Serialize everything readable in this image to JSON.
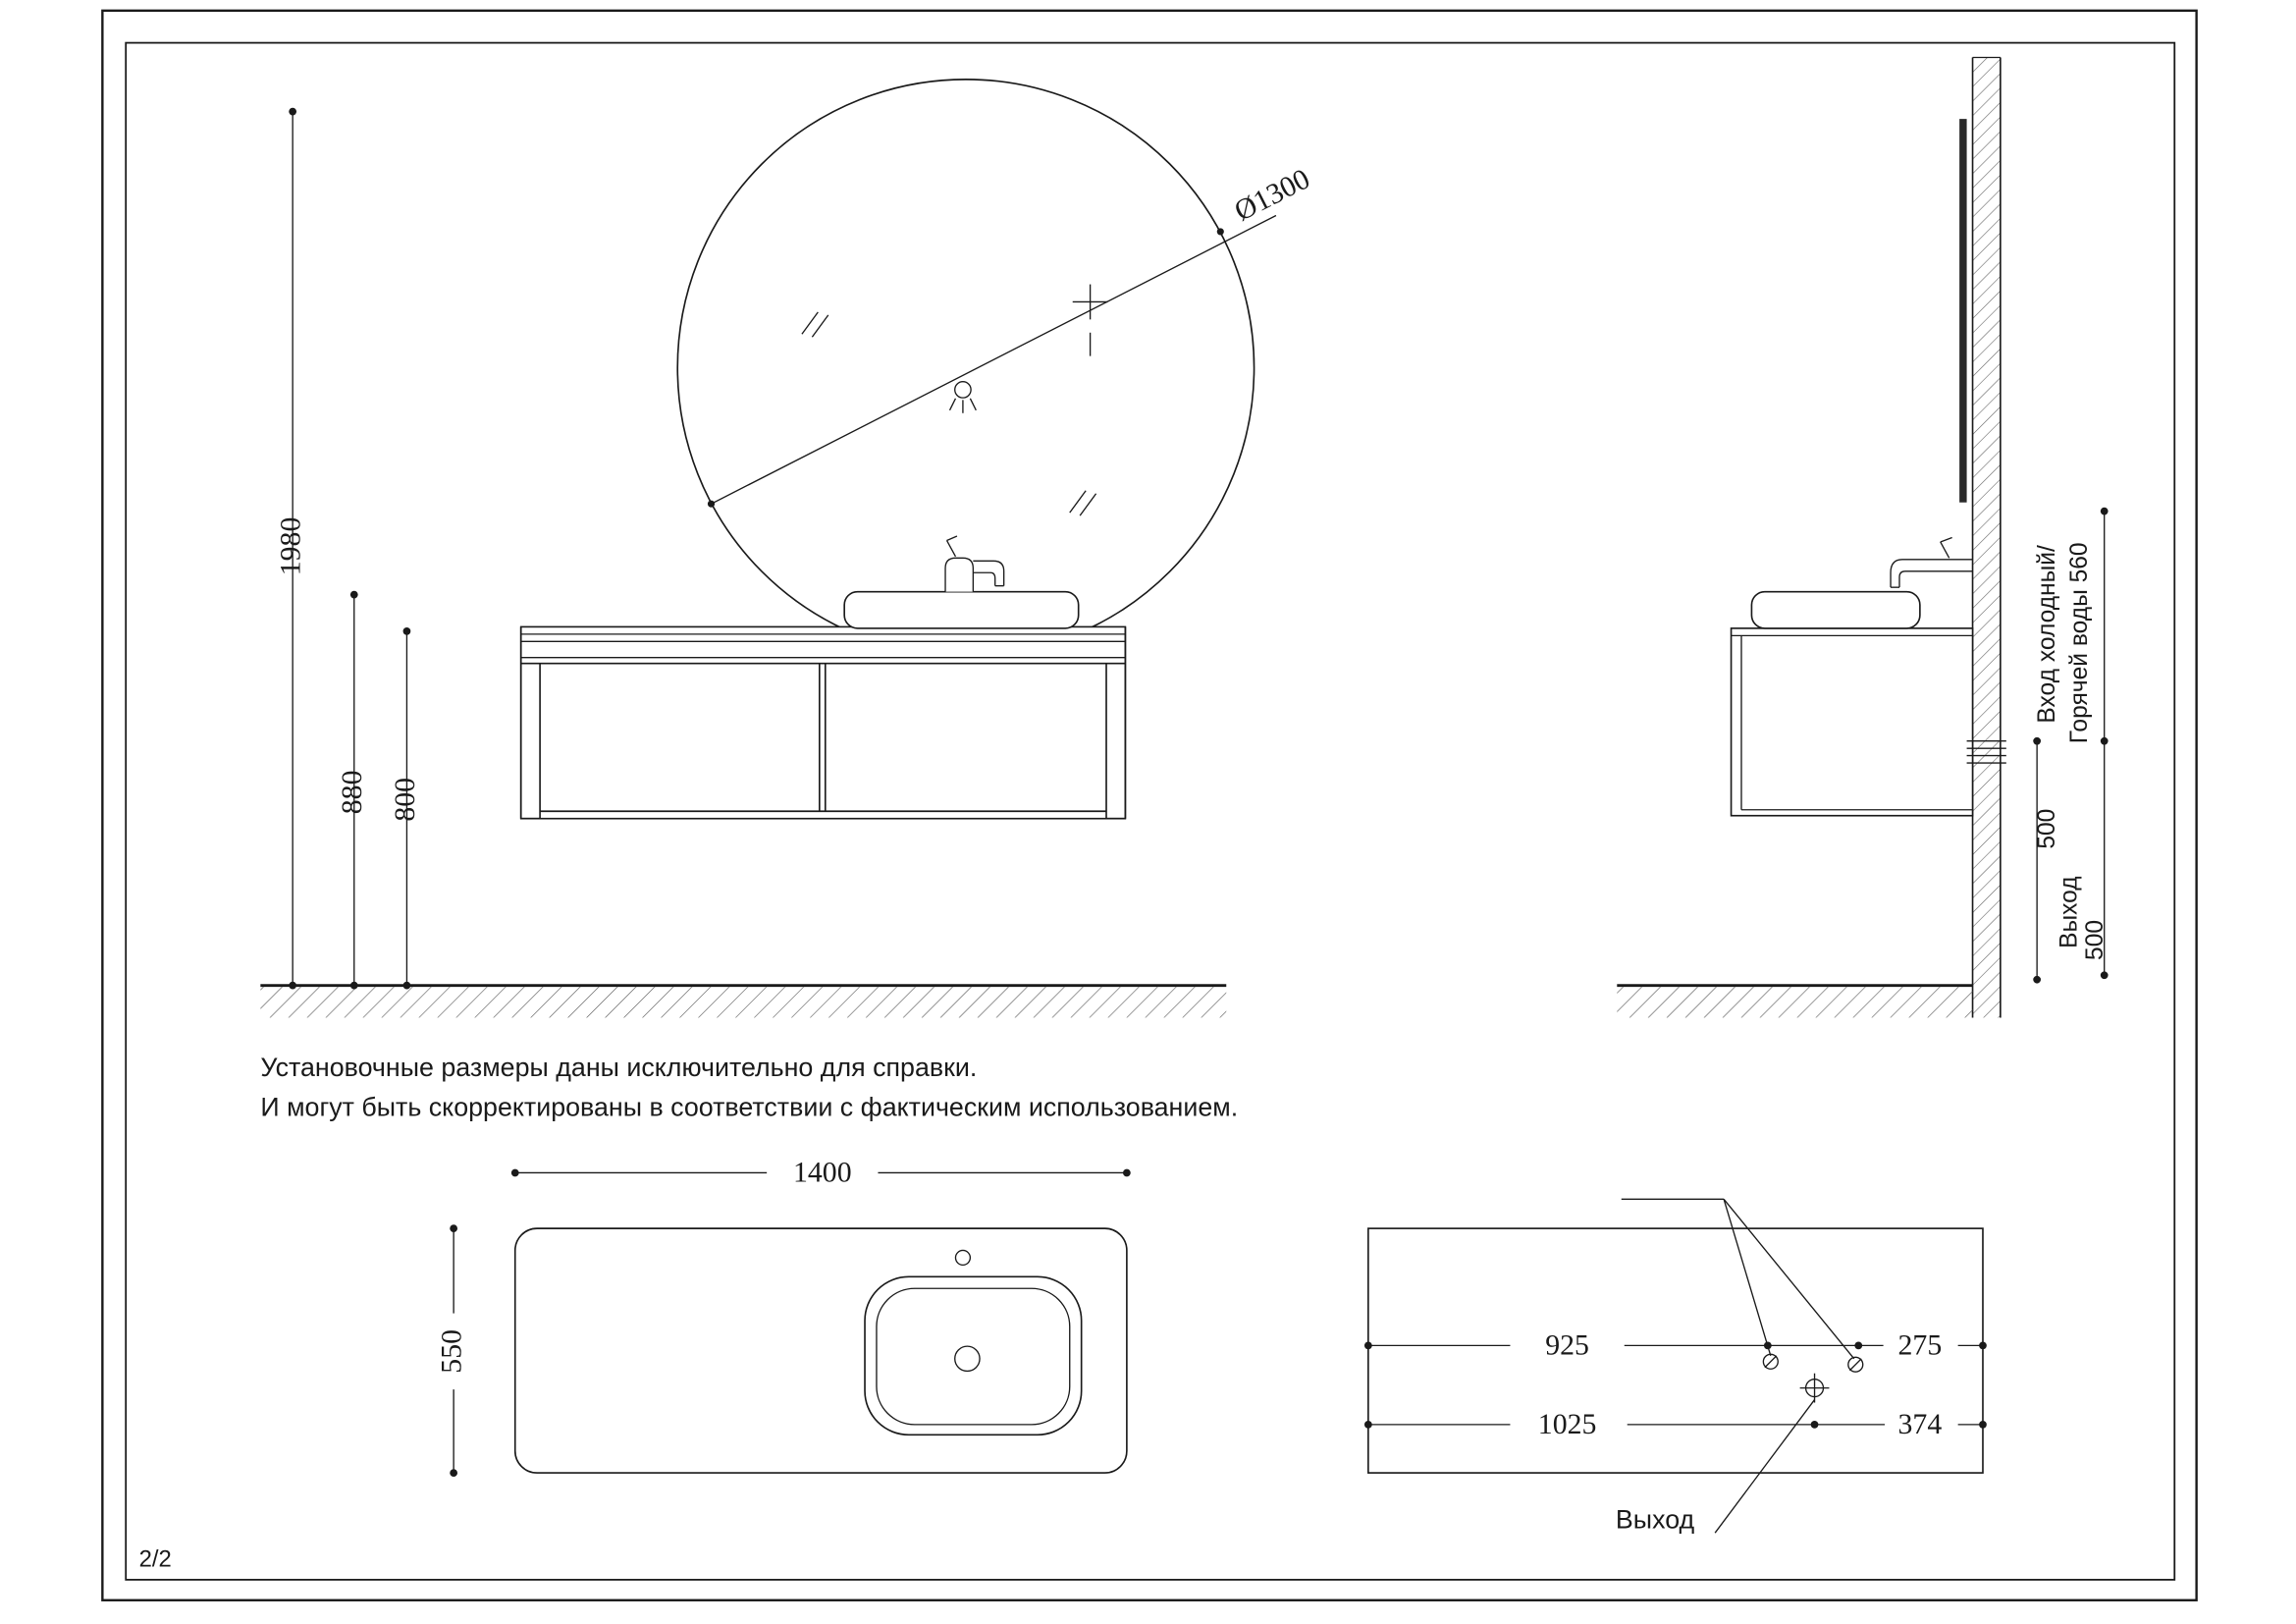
{
  "page": {
    "number": "2/2",
    "notes": [
      "Установочные размеры даны исключительно для справки.",
      "И могут быть скорректированы в соответствии с фактическим использованием."
    ]
  },
  "front_view": {
    "mirror_diameter": "Ø1300",
    "height_total": "1980",
    "height_basin": "880",
    "height_counter": "800"
  },
  "side_view": {
    "inlet_label_line1": "Вход холодный/",
    "inlet_label_line2": "Горячей воды 560",
    "dim_500": "500",
    "outlet_label": "Выход",
    "outlet_dim": "500"
  },
  "top_view": {
    "width": "1400",
    "depth": "550"
  },
  "outlet_view": {
    "dim_925": "925",
    "dim_275": "275",
    "dim_1025": "1025",
    "dim_374": "374",
    "outlet_label": "Выход"
  }
}
